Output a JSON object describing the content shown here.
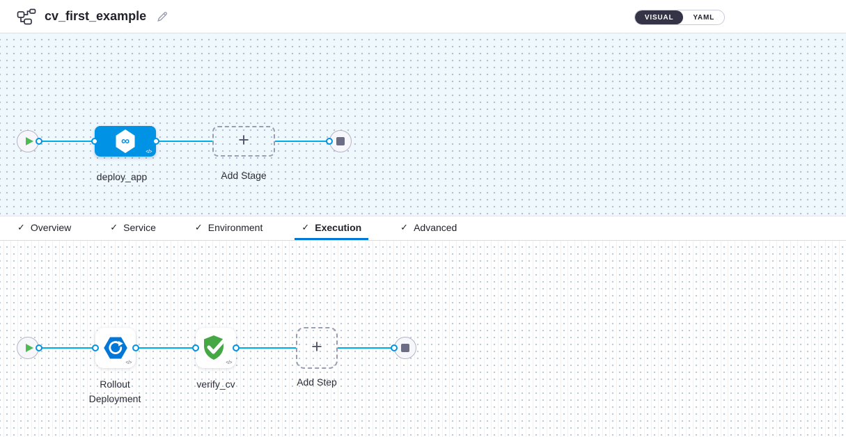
{
  "glyphs": {
    "check": "✓",
    "plus": "+",
    "infinity": "∞",
    "code": "</>"
  },
  "colors": {
    "accent_blue": "#0278d5",
    "edge_blue": "#00ade4",
    "stage_blue": "#0092e4",
    "rollout_blue": "#0277d7",
    "verify_green": "#45a845",
    "play_green": "#4dba53",
    "toggle_dark": "#343446"
  },
  "header": {
    "pipeline_icon": "pipeline-flowchart-icon",
    "title": "cv_first_example",
    "edit_icon": "pencil-edit-icon",
    "view_toggle": {
      "visual_label": "VISUAL",
      "yaml_label": "YAML",
      "selected": "VISUAL"
    }
  },
  "stage_canvas": {
    "start_icon": "play-icon",
    "end_icon": "stop-icon",
    "stage": {
      "label": "deploy_app",
      "icon": "cd-hexagon-infinity-icon"
    },
    "add_stage_label": "Add Stage"
  },
  "tabs": [
    {
      "label": "Overview",
      "checked": true,
      "active": false
    },
    {
      "label": "Service",
      "checked": true,
      "active": false
    },
    {
      "label": "Environment",
      "checked": true,
      "active": false
    },
    {
      "label": "Execution",
      "checked": true,
      "active": true
    },
    {
      "label": "Advanced",
      "checked": true,
      "active": false
    }
  ],
  "execution_canvas": {
    "start_icon": "play-icon",
    "end_icon": "stop-icon",
    "steps": [
      {
        "label": "Rollout Deployment",
        "icon": "rollout-deployment-icon"
      },
      {
        "label": "verify_cv",
        "icon": "shield-check-icon"
      }
    ],
    "add_step_label": "Add Step"
  }
}
